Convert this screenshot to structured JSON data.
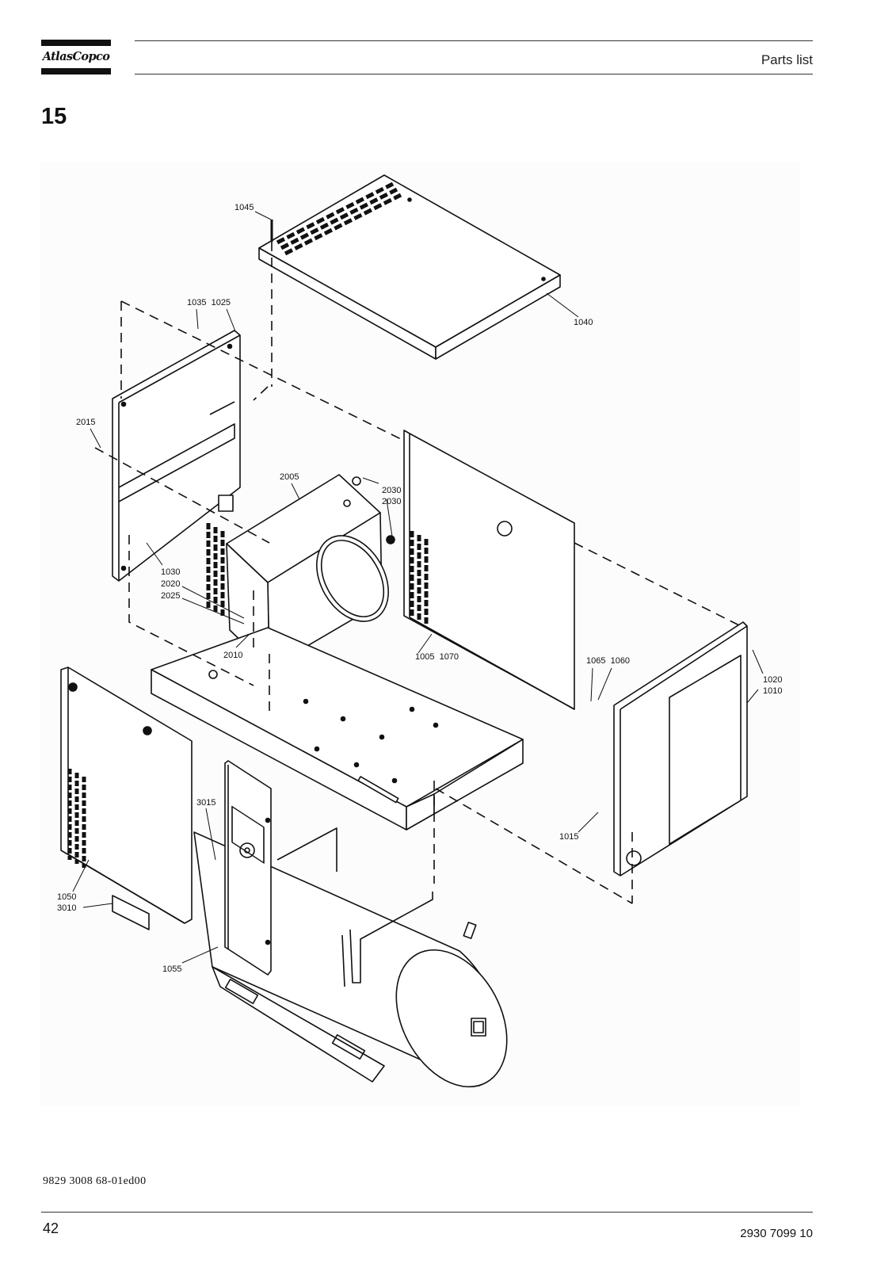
{
  "header": {
    "logo_text": "AtlasCopco",
    "title": "Parts list"
  },
  "section_number": "15",
  "drawing": {
    "callouts": {
      "c1045": "1045",
      "c1040": "1040",
      "c1035_1025": "1035  1025",
      "c2015": "2015",
      "c2005": "2005",
      "c2030a": "2030",
      "c2030b": "2030",
      "c1030": "1030",
      "c2020": "2020",
      "c2025": "2025",
      "c2010": "2010",
      "c1005_1070": "1005  1070",
      "c1065_1060": "1065  1060",
      "c1020": "1020",
      "c1010": "1010",
      "c3015": "3015",
      "c1015": "1015",
      "c1050": "1050",
      "c3010": "3010",
      "c1055": "1055"
    }
  },
  "footer": {
    "doc_ref": "9829 3008 68-01ed00",
    "page_number": "42",
    "doc_number": "2930 7099 10"
  }
}
